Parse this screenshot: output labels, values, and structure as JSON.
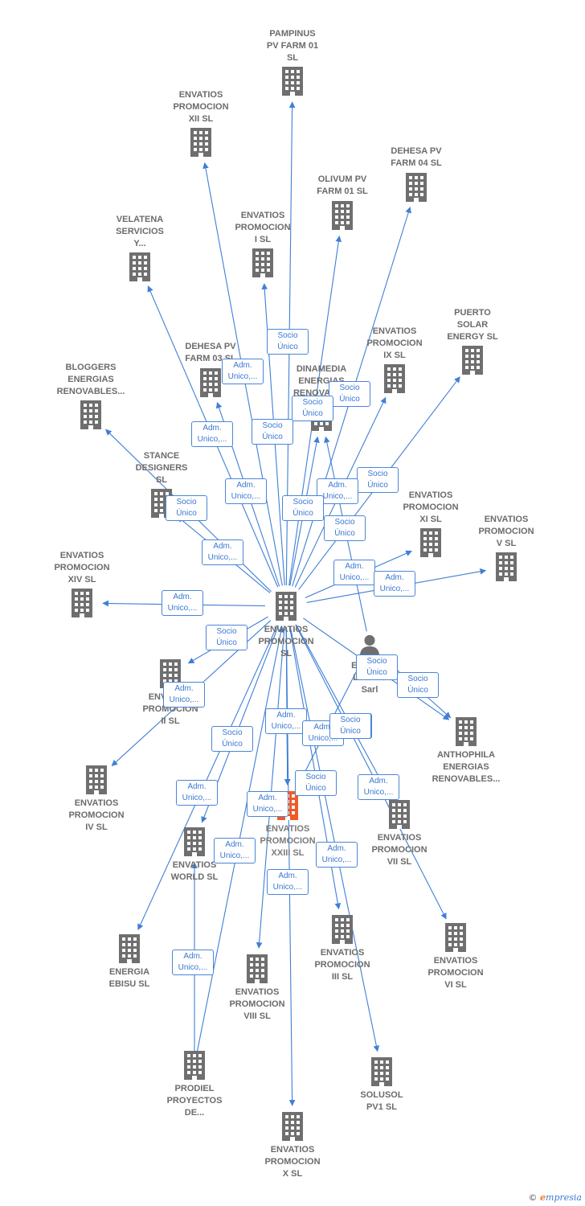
{
  "nodes": [
    {
      "id": "center",
      "label": "ENVATIOS\nPROMOCION\nSL",
      "type": "company"
    },
    {
      "id": "pampinus",
      "label": "PAMPINUS\nPV FARM 01\nSL",
      "type": "company"
    },
    {
      "id": "xii",
      "label": "ENVATIOS\nPROMOCION\nXII  SL",
      "type": "company"
    },
    {
      "id": "dehesa04",
      "label": "DEHESA PV\nFARM 04  SL",
      "type": "company"
    },
    {
      "id": "olivum",
      "label": "OLIVUM PV\nFARM 01  SL",
      "type": "company"
    },
    {
      "id": "velatena",
      "label": "VELATENA\nSERVICIOS\nY...",
      "type": "company"
    },
    {
      "id": "i",
      "label": "ENVATIOS\nPROMOCION\nI  SL",
      "type": "company"
    },
    {
      "id": "puerto",
      "label": "PUERTO\nSOLAR\nENERGY  SL",
      "type": "company"
    },
    {
      "id": "ix",
      "label": "ENVATIOS\nPROMOCION\nIX  SL",
      "type": "company"
    },
    {
      "id": "dehesa03",
      "label": "DEHESA PV\nFARM 03  SL",
      "type": "company"
    },
    {
      "id": "dinamedia",
      "label": "DINAMEDIA\nENERGIAS\nRENOVABL...",
      "type": "company"
    },
    {
      "id": "bloggers",
      "label": "BLOGGERS\nENERGIAS\nRENOVABLES...",
      "type": "company"
    },
    {
      "id": "stance",
      "label": "STANCE\nDESIGNERS\nSL",
      "type": "company"
    },
    {
      "id": "xi",
      "label": "ENVATIOS\nPROMOCION\nXI  SL",
      "type": "company"
    },
    {
      "id": "v",
      "label": "ENVATIOS\nPROMOCION\nV  SL",
      "type": "company"
    },
    {
      "id": "xiv",
      "label": "ENVATIOS\nPROMOCION\nXIV  SL",
      "type": "company"
    },
    {
      "id": "ii",
      "label": "ENVATIOS\nPROMOCION\nII  SL",
      "type": "company"
    },
    {
      "id": "person",
      "label": "Envatios\nLuxco 2\nSarl",
      "type": "person"
    },
    {
      "id": "anthophila",
      "label": "ANTHOPHILA\nENERGIAS\nRENOVABLES...",
      "type": "company"
    },
    {
      "id": "iv",
      "label": "ENVATIOS\nPROMOCION\nIV  SL",
      "type": "company"
    },
    {
      "id": "xxiii",
      "label": "ENVATIOS\nPROMOCION\nXXIII  SL",
      "type": "focus"
    },
    {
      "id": "world",
      "label": "ENVATIOS\nWORLD  SL",
      "type": "company"
    },
    {
      "id": "vii",
      "label": "ENVATIOS\nPROMOCION\nVII  SL",
      "type": "company"
    },
    {
      "id": "ebisu",
      "label": "ENERGIA\nEBISU  SL",
      "type": "company"
    },
    {
      "id": "iii",
      "label": "ENVATIOS\nPROMOCION\nIII  SL",
      "type": "company"
    },
    {
      "id": "vi",
      "label": "ENVATIOS\nPROMOCION\nVI  SL",
      "type": "company"
    },
    {
      "id": "viii",
      "label": "ENVATIOS\nPROMOCION\nVIII  SL",
      "type": "company"
    },
    {
      "id": "prodiel",
      "label": "PRODIEL\nPROYECTOS\nDE...",
      "type": "company"
    },
    {
      "id": "solusol",
      "label": "SOLUSOL\nPV1  SL",
      "type": "company"
    },
    {
      "id": "x",
      "label": "ENVATIOS\nPROMOCION\nX  SL",
      "type": "company"
    }
  ],
  "edges": [
    {
      "from": "center",
      "to": "pampinus",
      "label": "Socio\nÚnico"
    },
    {
      "from": "center",
      "to": "xii",
      "label": "Adm.\nUnico,..."
    },
    {
      "from": "center",
      "to": "dehesa04",
      "label": "Socio\nÚnico"
    },
    {
      "from": "center",
      "to": "olivum",
      "label": "Socio\nÚnico"
    },
    {
      "from": "center",
      "to": "velatena",
      "label": "Adm.\nUnico,..."
    },
    {
      "from": "center",
      "to": "i",
      "label": "Socio\nÚnico"
    },
    {
      "from": "center",
      "to": "puerto",
      "label": "Socio\nÚnico"
    },
    {
      "from": "center",
      "to": "ix",
      "label": "Adm.\nUnico,..."
    },
    {
      "from": "center",
      "to": "dehesa03",
      "label": "Adm.\nUnico,..."
    },
    {
      "from": "center",
      "to": "dinamedia",
      "label": "Socio\nÚnico"
    },
    {
      "from": "center",
      "to": "bloggers",
      "label": "Socio\nÚnico"
    },
    {
      "from": "center",
      "to": "stance",
      "label": "Adm.\nUnico,..."
    },
    {
      "from": "center",
      "to": "xi",
      "label": "Adm.\nUnico,..."
    },
    {
      "from": "center",
      "to": "v",
      "label": "Adm.\nUnico,..."
    },
    {
      "from": "center",
      "to": "xiv",
      "label": "Adm.\nUnico,..."
    },
    {
      "from": "center",
      "to": "ii",
      "label": "Socio\nÚnico"
    },
    {
      "from": "center",
      "to": "anthophila",
      "label": "Socio\nÚnico"
    },
    {
      "from": "person",
      "to": "anthophila",
      "label": "Socio\nÚnico"
    },
    {
      "from": "person",
      "to": "dinamedia",
      "label": "Socio\nÚnico"
    },
    {
      "from": "center",
      "to": "iv",
      "label": "Adm.\nUnico,..."
    },
    {
      "from": "center",
      "to": "xxiii",
      "label": "Adm.\nUnico,..."
    },
    {
      "from": "center",
      "to": "world",
      "label": "Socio\nÚnico"
    },
    {
      "from": "center",
      "to": "vii",
      "label": "Adm.\nUnico,..."
    },
    {
      "from": "center",
      "to": "ebisu",
      "label": "Adm.\nUnico,..."
    },
    {
      "from": "center",
      "to": "iii",
      "label": "Adm.\nUnico,..."
    },
    {
      "from": "center",
      "to": "vi",
      "label": "Adm.\nUnico,..."
    },
    {
      "from": "center",
      "to": "viii",
      "label": "Adm.\nUnico,..."
    },
    {
      "from": "prodiel",
      "to": "world",
      "label": "Adm.\nUnico,..."
    },
    {
      "from": "prodiel",
      "to": "center",
      "label": "Adm.\nUnico,..."
    },
    {
      "from": "center",
      "to": "solusol",
      "label": "Adm.\nUnico,..."
    },
    {
      "from": "center",
      "to": "x",
      "label": "Adm.\nUnico,..."
    },
    {
      "from": "center",
      "to": "xxiii",
      "label": "Socio\nÚnico"
    },
    {
      "from": "person",
      "to": "xxiii",
      "label": "Socio\nÚnico"
    }
  ],
  "colors": {
    "edge": "#3f7fd6",
    "node": "#6f6f6f",
    "focus": "#f05a28"
  },
  "footer": {
    "copyright": "©",
    "brand_initial": "e",
    "brand_rest": "mpresia"
  }
}
